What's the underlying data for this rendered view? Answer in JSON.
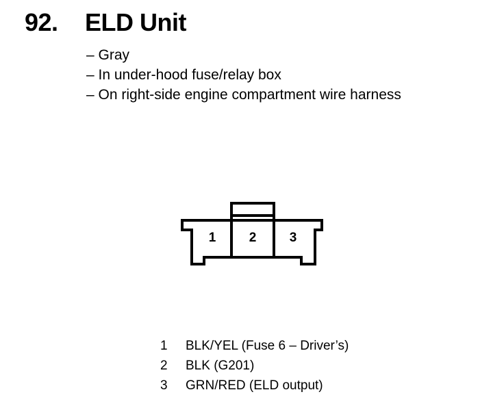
{
  "header": {
    "number": "92.",
    "title": "ELD Unit"
  },
  "notes": [
    "– Gray",
    "– In under-hood fuse/relay box",
    "– On right-side engine compartment wire harness"
  ],
  "connector": {
    "pins": [
      "1",
      "2",
      "3"
    ]
  },
  "pinout": [
    {
      "pin": "1",
      "wire": "BLK/YEL (Fuse 6 – Driver’s)"
    },
    {
      "pin": "2",
      "wire": "BLK (G201)"
    },
    {
      "pin": "3",
      "wire": "GRN/RED (ELD output)"
    }
  ]
}
